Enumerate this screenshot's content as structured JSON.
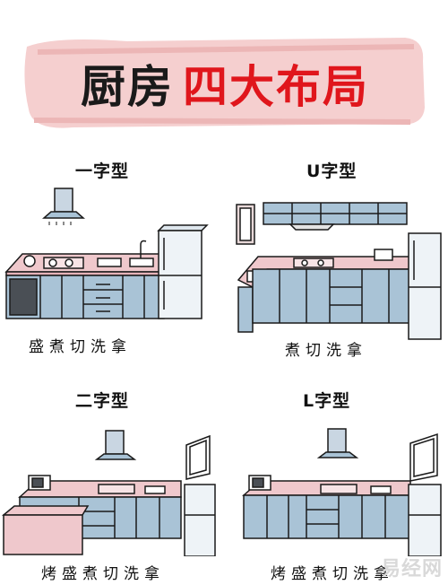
{
  "banner": {
    "title_part1": "厨房",
    "title_part2": "四大布局"
  },
  "layouts": [
    {
      "title": "一字型",
      "caption": "盛煮切洗拿"
    },
    {
      "title": "U字型",
      "caption": "煮切洗拿"
    },
    {
      "title": "二字型",
      "caption": "烤盛煮切洗拿"
    },
    {
      "title": "L字型",
      "caption": "烤盛煮切洗拿"
    }
  ],
  "watermark": "易经网",
  "colors": {
    "title_red": "#e0161c",
    "banner_pink": "#f3c9c9",
    "countertop": "#efc8cc",
    "cabinet": "#a9c3d6",
    "line": "#1a1a1a"
  }
}
